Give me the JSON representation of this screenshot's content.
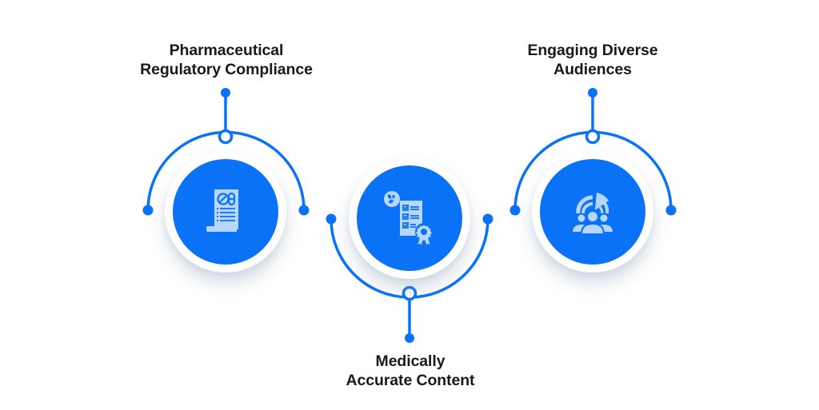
{
  "diagram": {
    "accent_color": "#0a72f7",
    "icon_color": "#b8d6fd",
    "nodes": [
      {
        "id": "pharma",
        "title_lines": [
          "Pharmaceutical",
          "Regulatory Compliance"
        ],
        "icon": "prescription-document-icon",
        "connector": "top"
      },
      {
        "id": "medical",
        "title_lines": [
          "Medically",
          "Accurate Content"
        ],
        "icon": "certified-checklist-icon",
        "connector": "bottom"
      },
      {
        "id": "audiences",
        "title_lines": [
          "Engaging Diverse",
          "Audiences"
        ],
        "icon": "audience-chart-icon",
        "connector": "top"
      }
    ]
  }
}
